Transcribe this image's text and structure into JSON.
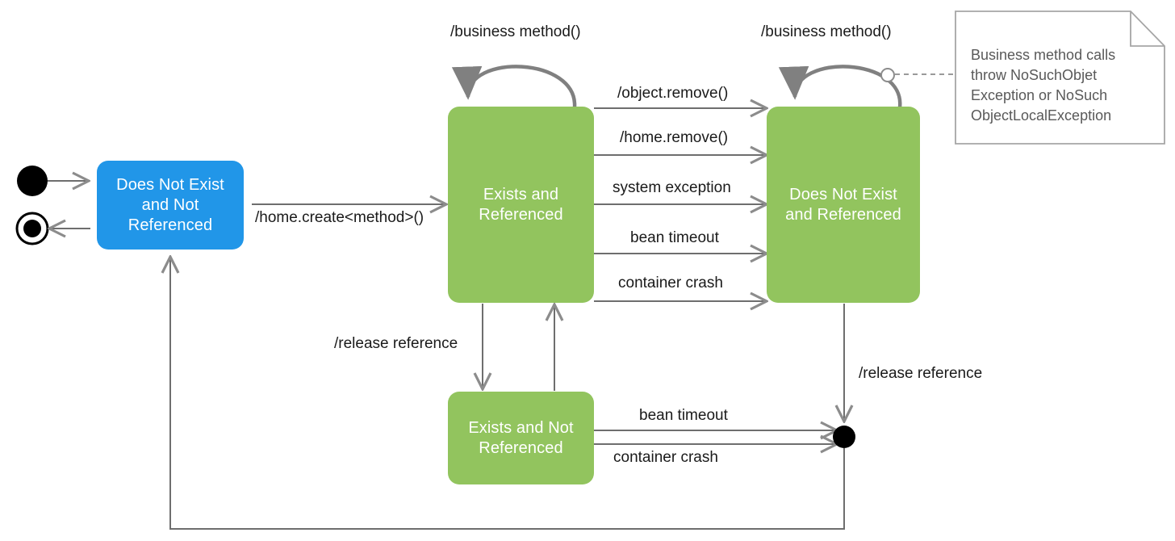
{
  "diagram": {
    "type": "uml-state-machine",
    "title": "EJB Entity Bean Lifecycle State Diagram",
    "colors": {
      "state_green": "#92c45e",
      "state_blue": "#2196e8",
      "state_text": "#ffffff",
      "edge": "#6e6e6e",
      "edge_thick": "#808080",
      "label_text": "#1a1a1a",
      "note_border": "#a6a6a6",
      "note_text": "#595959",
      "pseudostate": "#000000",
      "background": "#ffffff"
    },
    "states": [
      {
        "id": "does-not-exist-and-not-referenced",
        "label": "Does Not Exist\nand Not\nReferenced",
        "color": "blue"
      },
      {
        "id": "exists-and-referenced",
        "label": "Exists and\nReferenced",
        "color": "green"
      },
      {
        "id": "does-not-exist-and-referenced",
        "label": "Does Not Exist\nand Referenced",
        "color": "green"
      },
      {
        "id": "exists-and-not-referenced",
        "label": "Exists and Not\nReferenced",
        "color": "green"
      }
    ],
    "pseudostates": [
      {
        "id": "initial-state",
        "kind": "initial"
      },
      {
        "id": "final-state",
        "kind": "final"
      },
      {
        "id": "junction-node",
        "kind": "junction"
      }
    ],
    "transitions": [
      {
        "id": "t-home-create",
        "label": "/home.create<method>()",
        "from": "does-not-exist-and-not-referenced",
        "to": "exists-and-referenced"
      },
      {
        "id": "t-business-method-left",
        "label": "/business method()",
        "from": "exists-and-referenced",
        "to": "exists-and-referenced"
      },
      {
        "id": "t-business-method-right",
        "label": "/business method()",
        "from": "does-not-exist-and-referenced",
        "to": "does-not-exist-and-referenced"
      },
      {
        "id": "t-object-remove",
        "label": "/object.remove()",
        "from": "exists-and-referenced",
        "to": "does-not-exist-and-referenced"
      },
      {
        "id": "t-home-remove",
        "label": "/home.remove()",
        "from": "exists-and-referenced",
        "to": "does-not-exist-and-referenced"
      },
      {
        "id": "t-system-exception",
        "label": "system exception",
        "from": "exists-and-referenced",
        "to": "does-not-exist-and-referenced"
      },
      {
        "id": "t-bean-timeout-top",
        "label": "bean timeout",
        "from": "exists-and-referenced",
        "to": "does-not-exist-and-referenced"
      },
      {
        "id": "t-container-crash-top",
        "label": "container crash",
        "from": "exists-and-referenced",
        "to": "does-not-exist-and-referenced"
      },
      {
        "id": "t-release-reference-left",
        "label": "/release reference",
        "from": "exists-and-referenced",
        "to": "exists-and-not-referenced"
      },
      {
        "id": "t-reacquire-reference",
        "label": "",
        "from": "exists-and-not-referenced",
        "to": "exists-and-referenced"
      },
      {
        "id": "t-bean-timeout-bottom",
        "label": "bean timeout",
        "from": "exists-and-not-referenced",
        "to": "junction-node"
      },
      {
        "id": "t-container-crash-bottom",
        "label": "container crash",
        "from": "exists-and-not-referenced",
        "to": "junction-node"
      },
      {
        "id": "t-release-reference-right",
        "label": "/release reference",
        "from": "does-not-exist-and-referenced",
        "to": "junction-node"
      },
      {
        "id": "t-return-to-start",
        "label": "",
        "from": "junction-node",
        "to": "does-not-exist-and-not-referenced"
      },
      {
        "id": "t-initial",
        "label": "",
        "from": "initial-state",
        "to": "does-not-exist-and-not-referenced"
      },
      {
        "id": "t-final",
        "label": "",
        "from": "does-not-exist-and-not-referenced",
        "to": "final-state"
      }
    ],
    "note": {
      "id": "exception-note",
      "text": "Business method calls\nthrow NoSuchObjet\nException or NoSuch\nObjectLocalException",
      "anchored_to": "t-business-method-right"
    }
  }
}
